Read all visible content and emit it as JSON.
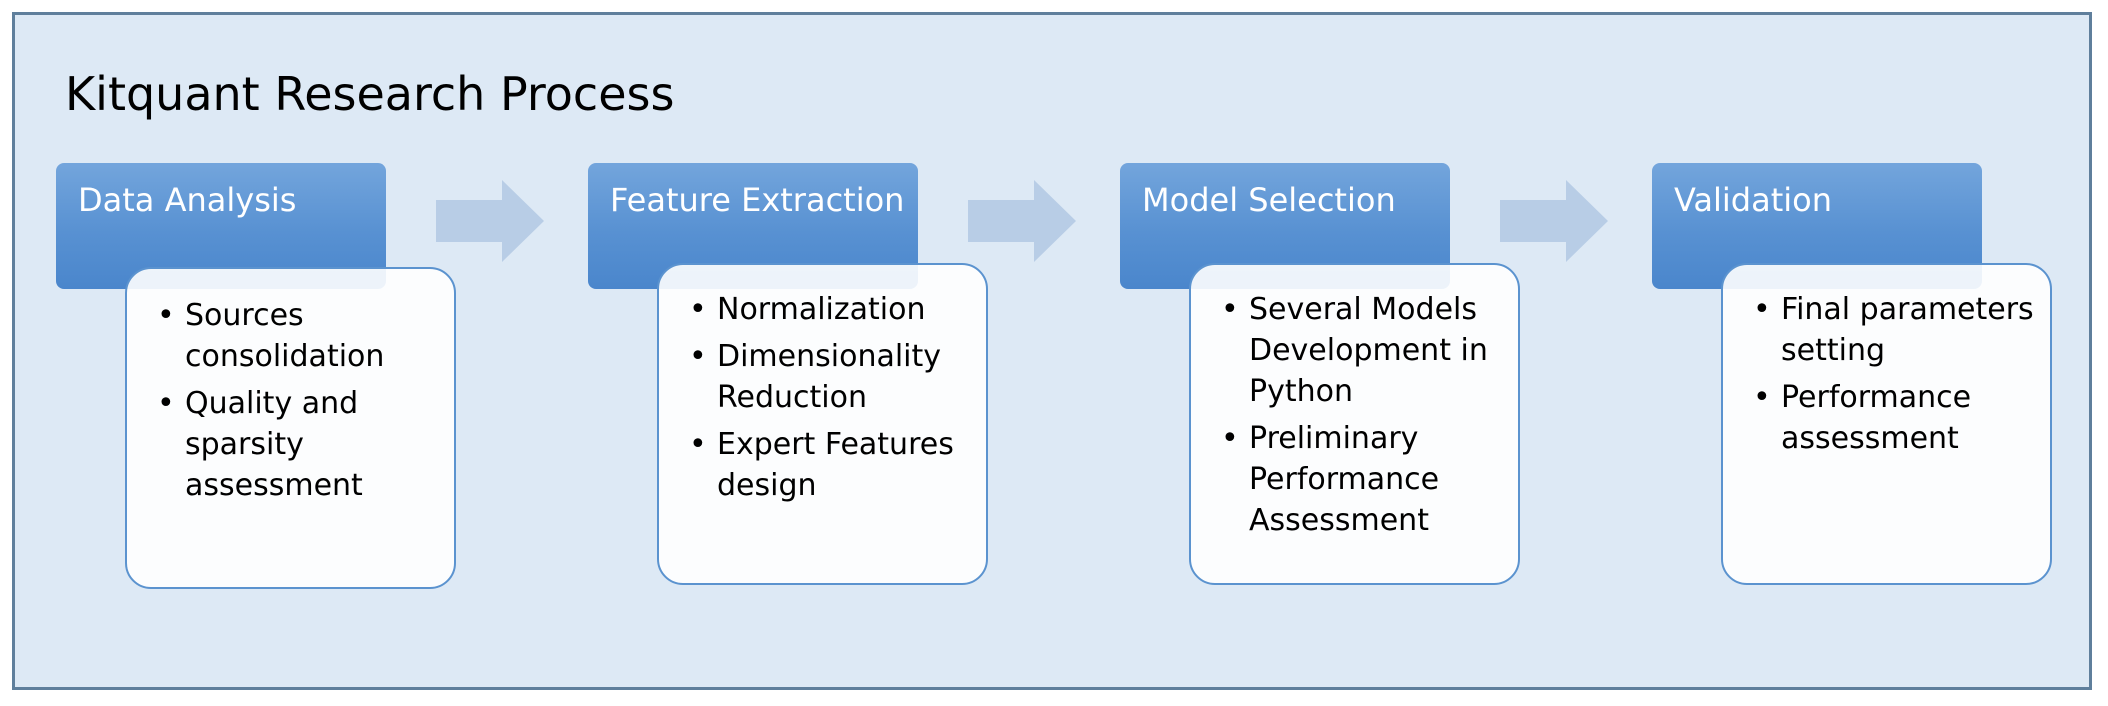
{
  "title": "Kitquant Research Process",
  "stages": [
    {
      "header": "Data Analysis",
      "bullets": [
        "Sources consolidation",
        "Quality and sparsity assessment"
      ]
    },
    {
      "header": "Feature Extraction",
      "bullets": [
        "Normalization",
        "Dimensionality Reduction",
        "Expert Features design"
      ]
    },
    {
      "header": "Model Selection",
      "bullets": [
        "Several Models Development in Python",
        "Preliminary Performance Assessment"
      ]
    },
    {
      "header": "Validation",
      "bullets": [
        "Final parameters setting",
        "Performance assessment"
      ]
    }
  ],
  "bullet_glyph": "•",
  "colors": {
    "background": "#dde9f5",
    "border": "#5f7f9c",
    "header": "#5891d2",
    "card_border": "#5b93cf",
    "arrow": "#b8cde6"
  }
}
